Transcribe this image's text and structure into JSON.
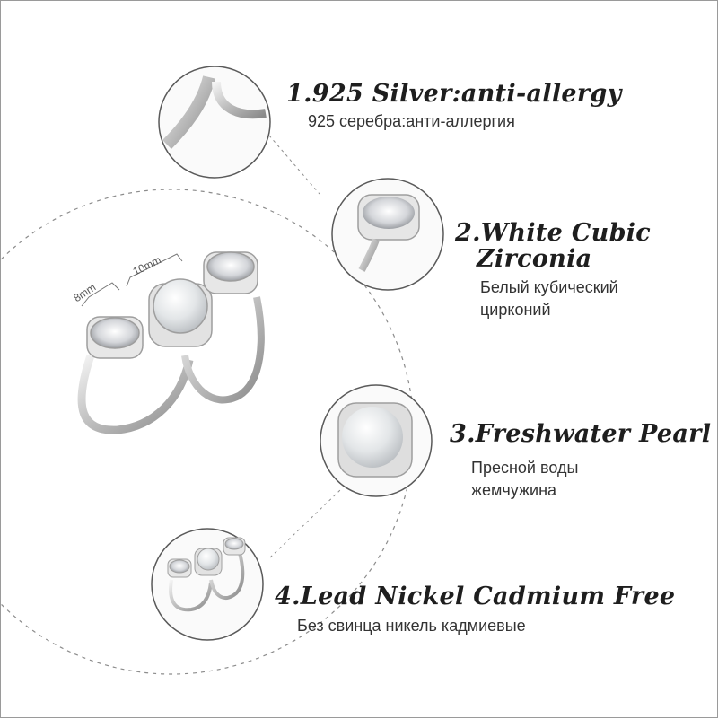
{
  "features": [
    {
      "title": "1.925 Silver:anti-allergy",
      "subtitle": [
        "925 серебра:анти-аллергия"
      ]
    },
    {
      "title": [
        "2.White Cubic",
        "Zirconia"
      ],
      "subtitle": [
        "Белый кубический",
        "цирконий"
      ]
    },
    {
      "title": "3.Freshwater Pearl",
      "subtitle": [
        "Пресной воды",
        "жемчужина"
      ]
    },
    {
      "title": "4.Lead Nickel Cadmium Free",
      "subtitle": [
        "Без свинца никель кадмиевые"
      ]
    }
  ],
  "dimensions": {
    "stone": "8mm",
    "pearl": "10mm"
  },
  "colors": {
    "frame_border": "#9a9a9a",
    "silver": "#c8c8c8",
    "text": "#1e1e1e"
  }
}
